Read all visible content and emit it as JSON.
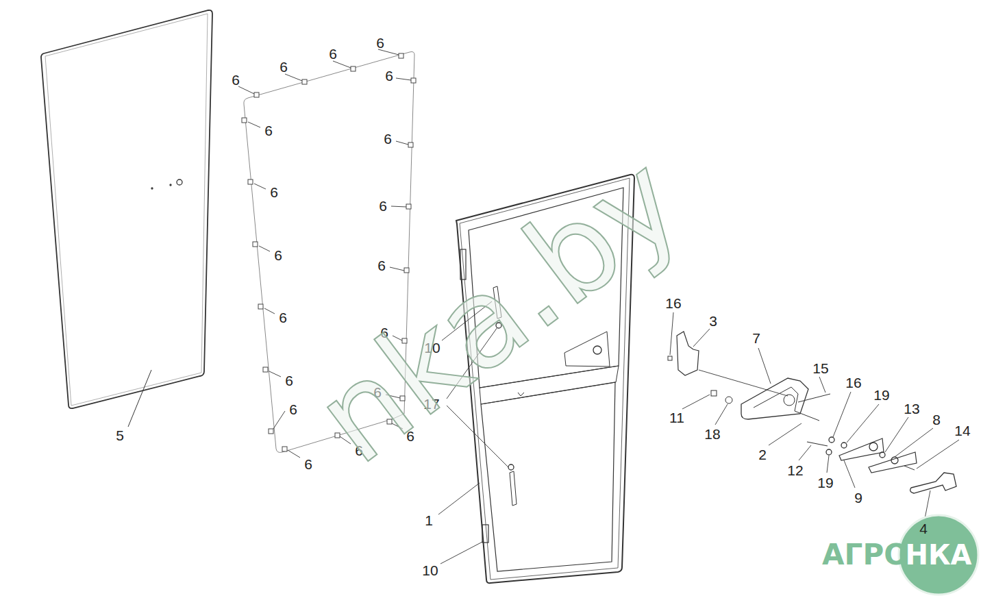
{
  "diagram": {
    "labels": [
      "5",
      "6",
      "6",
      "6",
      "6",
      "6",
      "6",
      "6",
      "6",
      "6",
      "6",
      "6",
      "6",
      "6",
      "6",
      "6",
      "6",
      "6",
      "6",
      "6",
      "10",
      "17",
      "1",
      "10",
      "16",
      "3",
      "7",
      "15",
      "16",
      "19",
      "13",
      "8",
      "14",
      "11",
      "18",
      "2",
      "12",
      "19",
      "9",
      "4",
      "nka.by",
      "АГРО",
      "НКА"
    ]
  }
}
